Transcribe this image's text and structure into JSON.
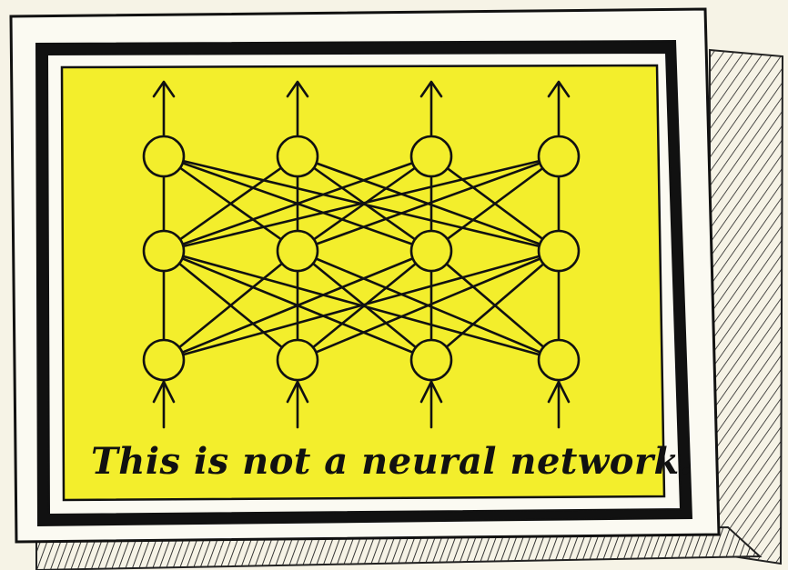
{
  "caption": "This is not a neural network.",
  "colors": {
    "panel": "#f3ee2c",
    "ink": "#111111",
    "paper": "#f6f3e6",
    "frame_inner": "#fbfaf2"
  },
  "diagram": {
    "layers": 3,
    "nodes_per_layer": 4,
    "connectivity": "fully-connected between adjacent layers",
    "input_arrows": true,
    "output_arrows": true
  }
}
